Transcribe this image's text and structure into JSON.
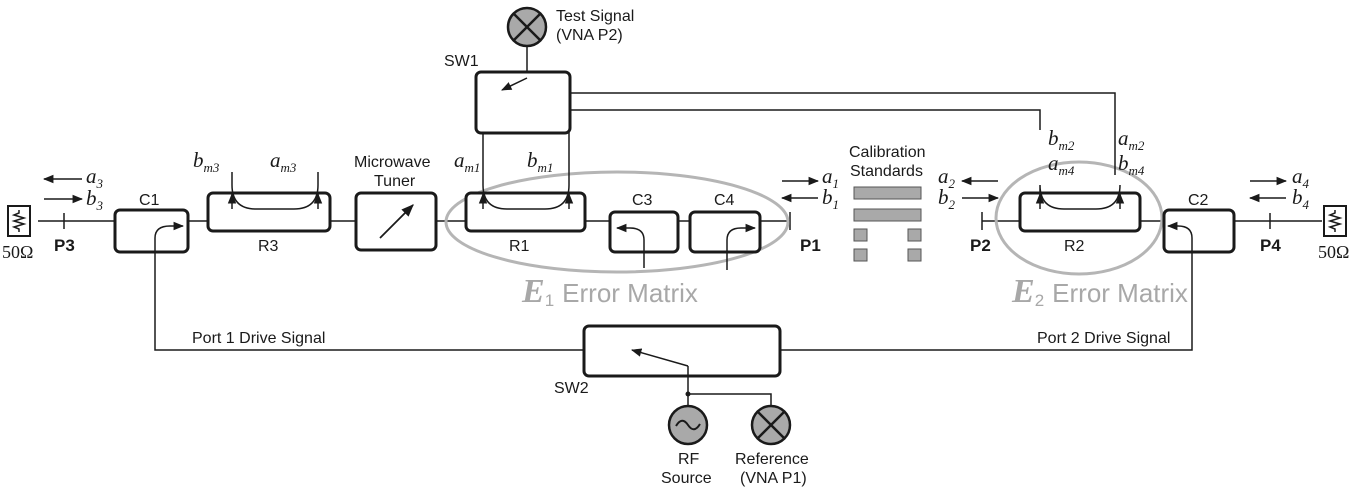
{
  "labels": {
    "test_signal_1": "Test Signal",
    "test_signal_2": "(VNA P2)",
    "sw1": "SW1",
    "sw2": "SW2",
    "tuner_1": "Microwave",
    "tuner_2": "Tuner",
    "cal_1": "Calibration",
    "cal_2": "Standards",
    "c1": "C1",
    "c2": "C2",
    "c3": "C3",
    "c4": "C4",
    "r1": "R1",
    "r2": "R2",
    "r3": "R3",
    "p1": "P1",
    "p2": "P2",
    "p3": "P3",
    "p4": "P4",
    "load_left": "50Ω",
    "load_right": "50Ω",
    "port1_drive": "Port 1 Drive Signal",
    "port2_drive": "Port 2 Drive Signal",
    "rf_1": "RF",
    "rf_2": "Source",
    "ref_1": "Reference",
    "ref_2": "(VNA P1)",
    "e1_letter": "E",
    "e1_sub": "1",
    "e2_letter": "E",
    "e2_sub": "2",
    "error_matrix": "Error Matrix"
  },
  "waves": {
    "a3": {
      "v": "a",
      "s": "3"
    },
    "b3": {
      "v": "b",
      "s": "3"
    },
    "bm3": {
      "v": "b",
      "s": "m3"
    },
    "am3": {
      "v": "a",
      "s": "m3"
    },
    "am1": {
      "v": "a",
      "s": "m1"
    },
    "bm1": {
      "v": "b",
      "s": "m1"
    },
    "a1": {
      "v": "a",
      "s": "1"
    },
    "b1": {
      "v": "b",
      "s": "1"
    },
    "a2": {
      "v": "a",
      "s": "2"
    },
    "b2": {
      "v": "b",
      "s": "2"
    },
    "bm2": {
      "v": "b",
      "s": "m2"
    },
    "am4": {
      "v": "a",
      "s": "m4"
    },
    "am2": {
      "v": "a",
      "s": "m2"
    },
    "bm4": {
      "v": "b",
      "s": "m4"
    },
    "a4": {
      "v": "a",
      "s": "4"
    },
    "b4": {
      "v": "b",
      "s": "4"
    }
  },
  "colors": {
    "line": "#1a1a1a",
    "error_box": "#b5b5b5",
    "error_text": "#a8a8a8",
    "detector_fill": "#a9a9a9",
    "cal_std_fill": "#a9a9a9"
  }
}
